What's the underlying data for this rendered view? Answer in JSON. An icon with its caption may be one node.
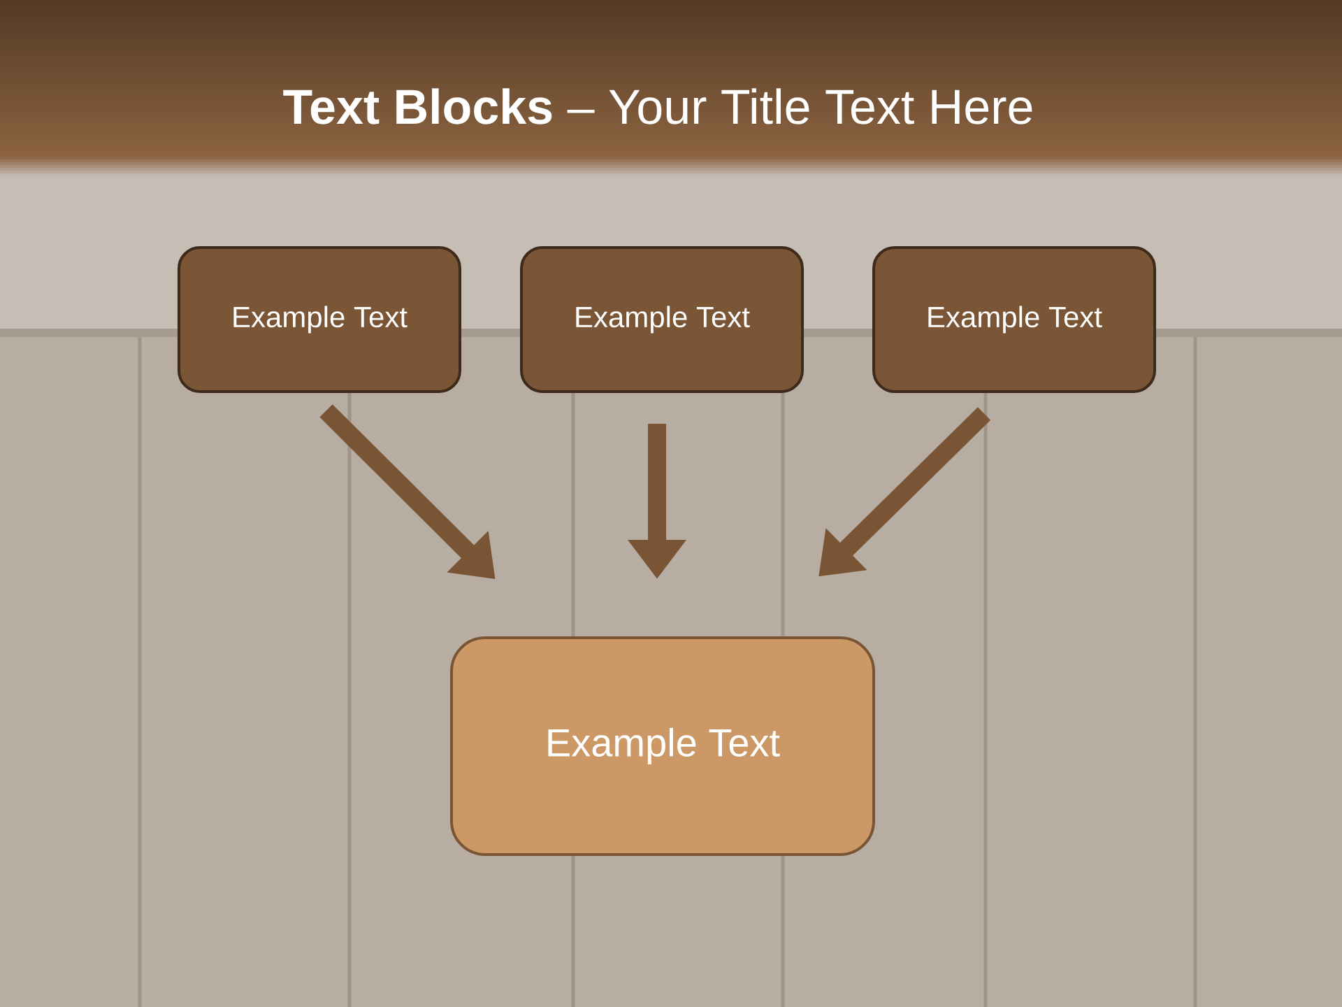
{
  "diagram": {
    "title": "**Text Blocks** – Your Title Text Here",
    "nodes": [
      {
        "text": [
          "Example Text"
        ]
      },
      {
        "text": [
          "Example Text"
        ]
      },
      {
        "text": [
          "Example Text"
        ]
      },
      {
        "text": [
          "Example Text"
        ]
      }
    ],
    "edges": [
      {
        "from": 0,
        "to": 3,
        "arrow": "to"
      },
      {
        "from": 1,
        "to": 3,
        "arrow": "to"
      },
      {
        "from": 2,
        "to": 3,
        "arrow": "to"
      }
    ]
  }
}
